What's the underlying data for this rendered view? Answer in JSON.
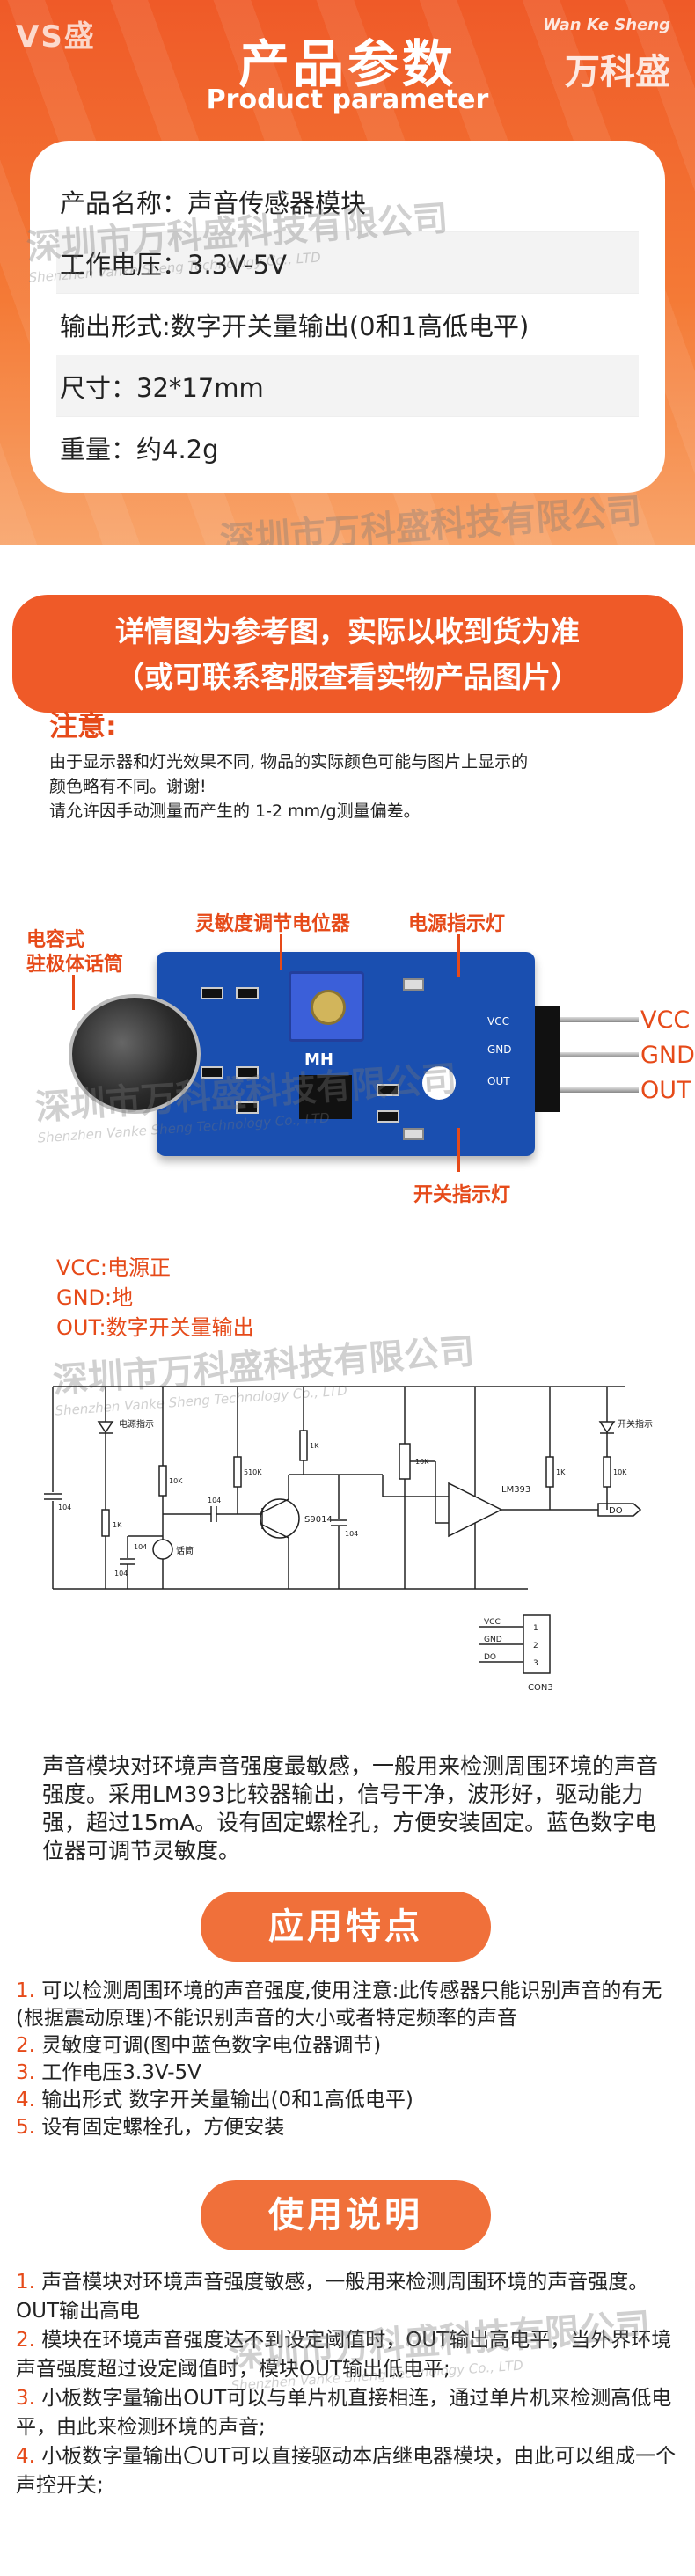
{
  "header": {
    "brand_left": "VS盛",
    "brand_en": "Wan Ke Sheng",
    "brand_cn": "万科盛",
    "title": "产品参数",
    "subtitle": "Product parameter"
  },
  "params": [
    "产品名称：声音传感器模块",
    "工作电压：3.3V-5V",
    "输出形式:数字开关量输出(0和1高低电平)",
    "尺寸：32*17mm",
    "重量：约4.2g"
  ],
  "watermark": {
    "cn": "深圳市万科盛科技有限公司",
    "en": "Shenzhen Vanke Sheng Technology Co., LTD"
  },
  "notice": {
    "line1": "详情图为参考图，实际以收到货为准",
    "line2": "（或可联系客服查看实物产品图片）"
  },
  "attention": {
    "title": "注意:",
    "lines": [
      "由于显示器和灯光效果不同, 物品的实际颜色可能与图片上显示的",
      "颜色略有不同。谢谢!",
      "请允许因手动测量而产生的 1-2 mm/g测量偏差。"
    ]
  },
  "module": {
    "label_pot": "灵敏度调节电位器",
    "label_power_led": "电源指示灯",
    "label_mic_1": "电容式",
    "label_mic_2": "驻极体话筒",
    "label_switch_led": "开关指示灯",
    "pin_vcc": "VCC",
    "pin_gnd": "GND",
    "pin_out": "OUT",
    "board_mark": "MH",
    "board_vcc": "VCC",
    "board_gnd": "GND",
    "board_out": "OUT"
  },
  "pin_desc": [
    "VCC:电源正",
    "GND:地",
    "OUT:数字开关量输出"
  ],
  "schematic": {
    "power_led": "电源指示",
    "switch_led": "开关指示",
    "mic": "话筒",
    "transistor": "S9014",
    "comparator": "LM393",
    "out_tag": "DO",
    "connector": "CON3",
    "conn_pins": [
      "VCC",
      "GND",
      "DO"
    ],
    "conn_nums": [
      "1",
      "2",
      "3"
    ],
    "r1": "1K",
    "r2": "10K",
    "r3": "510K",
    "r4": "1K",
    "r5": "10K",
    "r6": "1K",
    "r7": "10K",
    "c1": "104",
    "c2": "104",
    "c3": "104",
    "c4": "104",
    "c5": "104"
  },
  "description": "声音模块对环境声音强度最敏感，一般用来检测周围环境的声音强度。采用LM393比较器输出，信号干净，波形好，驱动能力强，超过15mA。设有固定螺栓孔，方便安装固定。蓝色数字电位器可调节灵敏度。",
  "features": {
    "title": "应用特点",
    "items": [
      {
        "num": "1.",
        "text": "可以检测周围环境的声音强度,使用注意:此传感器只能识别声音的有无(根据震动原理)不能识别声音的大小或者特定频率的声音"
      },
      {
        "num": "2.",
        "text": "灵敏度可调(图中蓝色数字电位器调节)"
      },
      {
        "num": "3.",
        "text": "工作电压3.3V-5V"
      },
      {
        "num": "4.",
        "text": "输出形式 数字开关量输出(0和1高低电平)"
      },
      {
        "num": "5.",
        "text": "设有固定螺栓孔，方便安装"
      }
    ]
  },
  "usage": {
    "title": "使用说明",
    "items": [
      {
        "num": "1.",
        "text": "声音模块对环境声音强度敏感，一般用来检测周围环境的声音强度。"
      },
      {
        "num": "",
        "text": "OUT输出高电"
      },
      {
        "num": "2.",
        "text": "模块在环境声音强度达不到设定阈值时，OUT输出高电平，当外界环境声音强度超过设定阈值时，模块OUT输出低电平;"
      },
      {
        "num": "3.",
        "text": "小板数字量输出OUT可以与单片机直接相连，通过单片机来检测高低电平，由此来检测环境的声音;"
      },
      {
        "num": "4.",
        "text": "小板数字量输出〇UT可以直接驱动本店继电器模块，由此可以组成一个声控开关;"
      }
    ]
  }
}
